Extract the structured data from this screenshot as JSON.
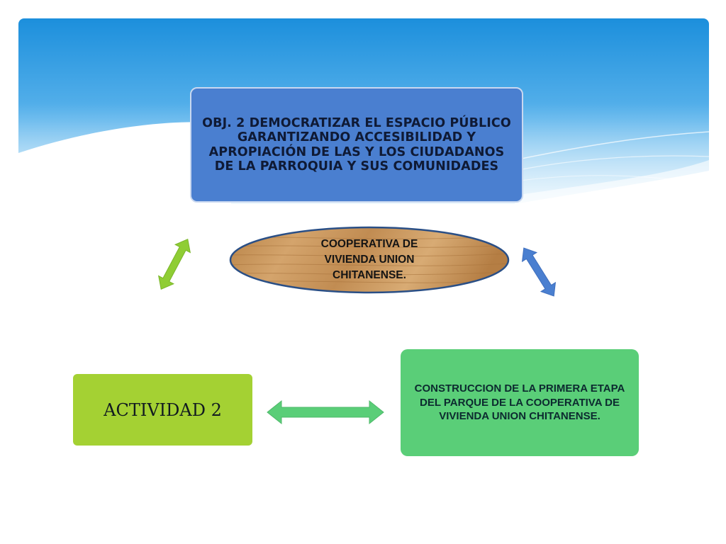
{
  "objective": {
    "text": "OBJ. 2 DEMOCRATIZAR EL ESPACIO PÚBLICO GARANTIZANDO ACCESIBILIDAD Y APROPIACIÓN DE LAS Y LOS CIUDADANOS DE LA PARROQUIA Y SUS COMUNIDADES"
  },
  "center": {
    "text": "COOPERATIVA DE VIVIENDA UNION CHITANENSE."
  },
  "construction": {
    "text": "CONSTRUCCION DE LA PRIMERA ETAPA DEL PARQUE DE LA COOPERATIVA DE VIVIENDA UNION CHITANENSE."
  },
  "activity": {
    "text": "ACTIVIDAD 2"
  },
  "colors": {
    "objective_box": "#4a7fd0",
    "construction_box": "#5ace78",
    "activity_box": "#a4d133",
    "arrow_green": "#8fcd34",
    "arrow_blue": "#4a7fd0",
    "center_wood": "#c9965a"
  }
}
